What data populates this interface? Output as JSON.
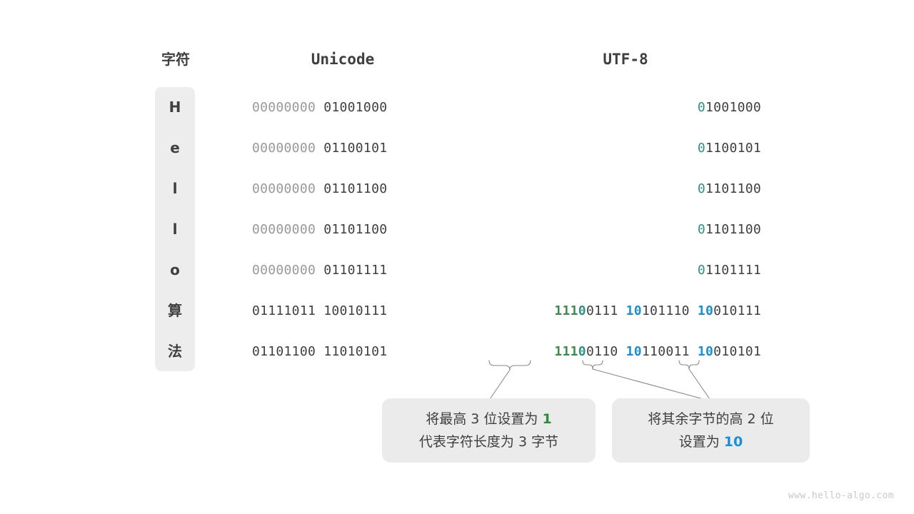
{
  "headers": {
    "char": "字符",
    "unicode": "Unicode",
    "utf8": "UTF-8"
  },
  "colors": {
    "background": "#ffffff",
    "text": "#3f3f3f",
    "dim_bits": "#999999",
    "plate": "#ededed",
    "callout_bg": "#ebebeb",
    "teal_zero": "#2f9182",
    "green_prefix": "#3d8b4e",
    "blue_prefix": "#1a8fd8",
    "connector": "#8a8a8a",
    "watermark": "#c9c9c9"
  },
  "rows": [
    {
      "char": "H",
      "unicode_high": "00000000",
      "unicode_low": "01001000",
      "utf8_kind": "ascii",
      "utf8_lead": "0",
      "utf8_rest": "1001000"
    },
    {
      "char": "e",
      "unicode_high": "00000000",
      "unicode_low": "01100101",
      "utf8_kind": "ascii",
      "utf8_lead": "0",
      "utf8_rest": "1100101"
    },
    {
      "char": "l",
      "unicode_high": "00000000",
      "unicode_low": "01101100",
      "utf8_kind": "ascii",
      "utf8_lead": "0",
      "utf8_rest": "1101100"
    },
    {
      "char": "l",
      "unicode_high": "00000000",
      "unicode_low": "01101100",
      "utf8_kind": "ascii",
      "utf8_lead": "0",
      "utf8_rest": "1101100"
    },
    {
      "char": "o",
      "unicode_high": "00000000",
      "unicode_low": "01101111",
      "utf8_kind": "ascii",
      "utf8_lead": "0",
      "utf8_rest": "1101111"
    },
    {
      "char": "算",
      "unicode_high": "01111011",
      "unicode_low": "10010111",
      "utf8_kind": "multibyte",
      "utf8_b1_green": "111",
      "utf8_b1_teal": "0",
      "utf8_b1_rest": "0111",
      "utf8_b2_blue": "10",
      "utf8_b2_rest": "101110",
      "utf8_b3_blue": "10",
      "utf8_b3_rest": "010111"
    },
    {
      "char": "法",
      "unicode_high": "01101100",
      "unicode_low": "11010101",
      "utf8_kind": "multibyte",
      "utf8_b1_green": "111",
      "utf8_b1_teal": "0",
      "utf8_b1_rest": "0110",
      "utf8_b2_blue": "10",
      "utf8_b2_rest": "110011",
      "utf8_b3_blue": "10",
      "utf8_b3_rest": "010101"
    }
  ],
  "callouts": [
    {
      "line1_prefix": "将最高 3 位设置为 ",
      "line1_highlight": "1",
      "line2": "代表字符长度为 3 字节"
    },
    {
      "line1": "将其余字节的高 2 位",
      "line2_prefix": "设置为 ",
      "line2_highlight": "10"
    }
  ],
  "watermark": "www.hello-algo.com"
}
